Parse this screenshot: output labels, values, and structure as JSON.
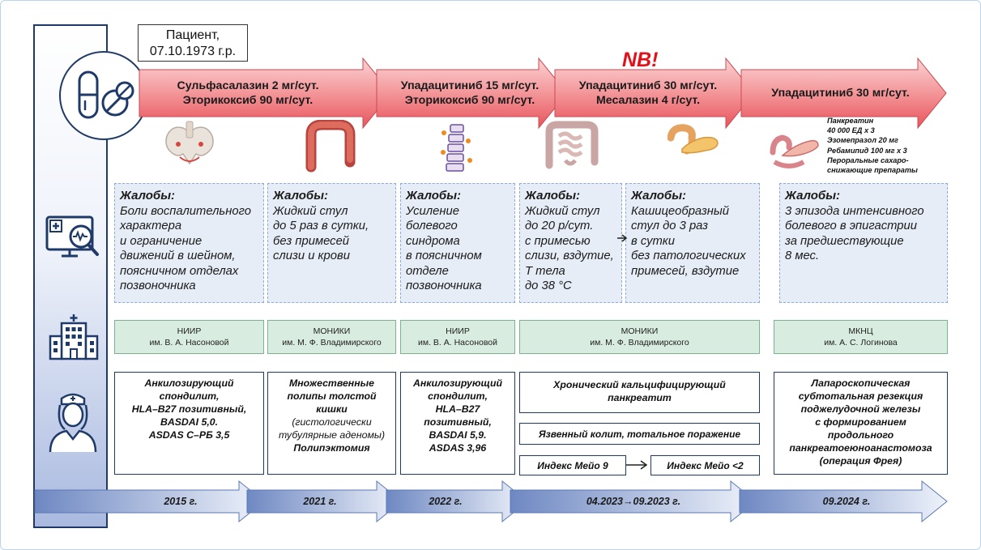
{
  "patient": {
    "line1": "Пациент,",
    "line2": "07.10.1973 г.р."
  },
  "nb": "NB!",
  "therapy": [
    {
      "line1": "Сульфасалазин 2 мг/сут.",
      "line2": "Эторикоксиб 90 мг/сут."
    },
    {
      "line1": "Упадацитиниб 15 мг/сут.",
      "line2": "Эторикоксиб 90 мг/сут."
    },
    {
      "line1": "Упадацитиниб 30 мг/сут.",
      "line2": "Месалазин 4 г/сут."
    },
    {
      "line1": "Упадацитиниб 30 мг/сут.",
      "line2": ""
    }
  ],
  "extra_meds": [
    "Панкреатин",
    "40 000 ЕД х 3",
    "Эзомепразол 20 мг",
    "Ребамипид 100 мг х 3",
    "Пероральные сахаро-",
    "снижающие препараты"
  ],
  "organ_icons": [
    "pelvis-spine-icon",
    "colon-icon",
    "spine-joint-icon",
    "intestine-icon",
    "pancreas-icon",
    "pancreas-surgery-icon"
  ],
  "complaints": [
    {
      "title": "Жалобы:",
      "lines": [
        "Боли воспалительного",
        "характера",
        "и ограничение",
        "движений в шейном,",
        "поясничном отделах",
        "позвоночника"
      ]
    },
    {
      "title": "Жалобы:",
      "lines": [
        "Жидкий стул",
        "до 5 раз в сутки,",
        "без примесей",
        "слизи и крови"
      ]
    },
    {
      "title": "Жалобы:",
      "lines": [
        "Усиление",
        "болевого",
        "синдрома",
        "в поясничном",
        "отделе",
        "позвоночника"
      ]
    },
    {
      "title": "Жалобы:",
      "lines": [
        "Жидкий стул",
        "до 20 р/сут.",
        "с примесью",
        "слизи, вздутие,",
        "Т тела",
        "до 38 °C"
      ]
    },
    {
      "title": "Жалобы:",
      "lines": [
        "Кашицеобразный",
        "стул до 3 раз",
        "в сутки",
        "без патологических",
        "примесей, вздутие"
      ]
    },
    {
      "title": "Жалобы:",
      "lines": [
        "3 эпизода интенсивного",
        "болевого в эпигастрии",
        "за предшествующие",
        "8 мес."
      ]
    }
  ],
  "institutions": [
    {
      "line1": "НИИР",
      "line2": "им. В. А. Насоновой"
    },
    {
      "line1": "МОНИКИ",
      "line2": "им. М. Ф. Владимирского"
    },
    {
      "line1": "НИИР",
      "line2": "им. В. А. Насоновой"
    },
    {
      "line1": "МОНИКИ",
      "line2": "им. М. Ф. Владимирского"
    },
    {
      "line1": "МКНЦ",
      "line2": "им. А. С. Логинова"
    }
  ],
  "diagnoses": {
    "d1": [
      "Анкилозирующий",
      "спондилит,",
      "HLA–B27 позитивный,",
      "BASDAI 5,0.",
      "ASDAS С–РБ 3,5"
    ],
    "d2": {
      "bold1": [
        "Множественные",
        "полипы толстой",
        "кишки"
      ],
      "normal": [
        "(гистологически",
        "тубулярные аденомы)"
      ],
      "bold2": "Полипэктомия"
    },
    "d3": [
      "Анкилозирующий",
      "спондилит,",
      "HLA–B27",
      "позитивный,",
      "BASDAI 5,9.",
      "ASDAS 3,96"
    ],
    "d4a": [
      "Хронический кальцифицирующий",
      "панкреатит"
    ],
    "d4b": "Язвенный колит, тотальное поражение",
    "d4c1": "Индекс Мейо 9",
    "d4c2": "Индекс Мейо <2",
    "d5": [
      "Лапароскопическая",
      "субтотальная резекция",
      "поджелудочной железы",
      "с формированием",
      "продольного",
      "панкреатоеюноанастомоза",
      "(операция Фрея)"
    ]
  },
  "years": [
    "2015 г.",
    "2021 г.",
    "2022 г.",
    "04.2023→09.2023 г.",
    "09.2024 г."
  ],
  "side_icons": [
    "pills-icon",
    "monitor-diagnostics-icon",
    "hospital-icon",
    "nurse-icon"
  ],
  "colors": {
    "navy": "#1f3a68",
    "arrow_red": "#e8545c",
    "nb_red": "#e3101a",
    "complaint_bg": "#e7edf7",
    "institution_bg": "#d8ecdf"
  }
}
